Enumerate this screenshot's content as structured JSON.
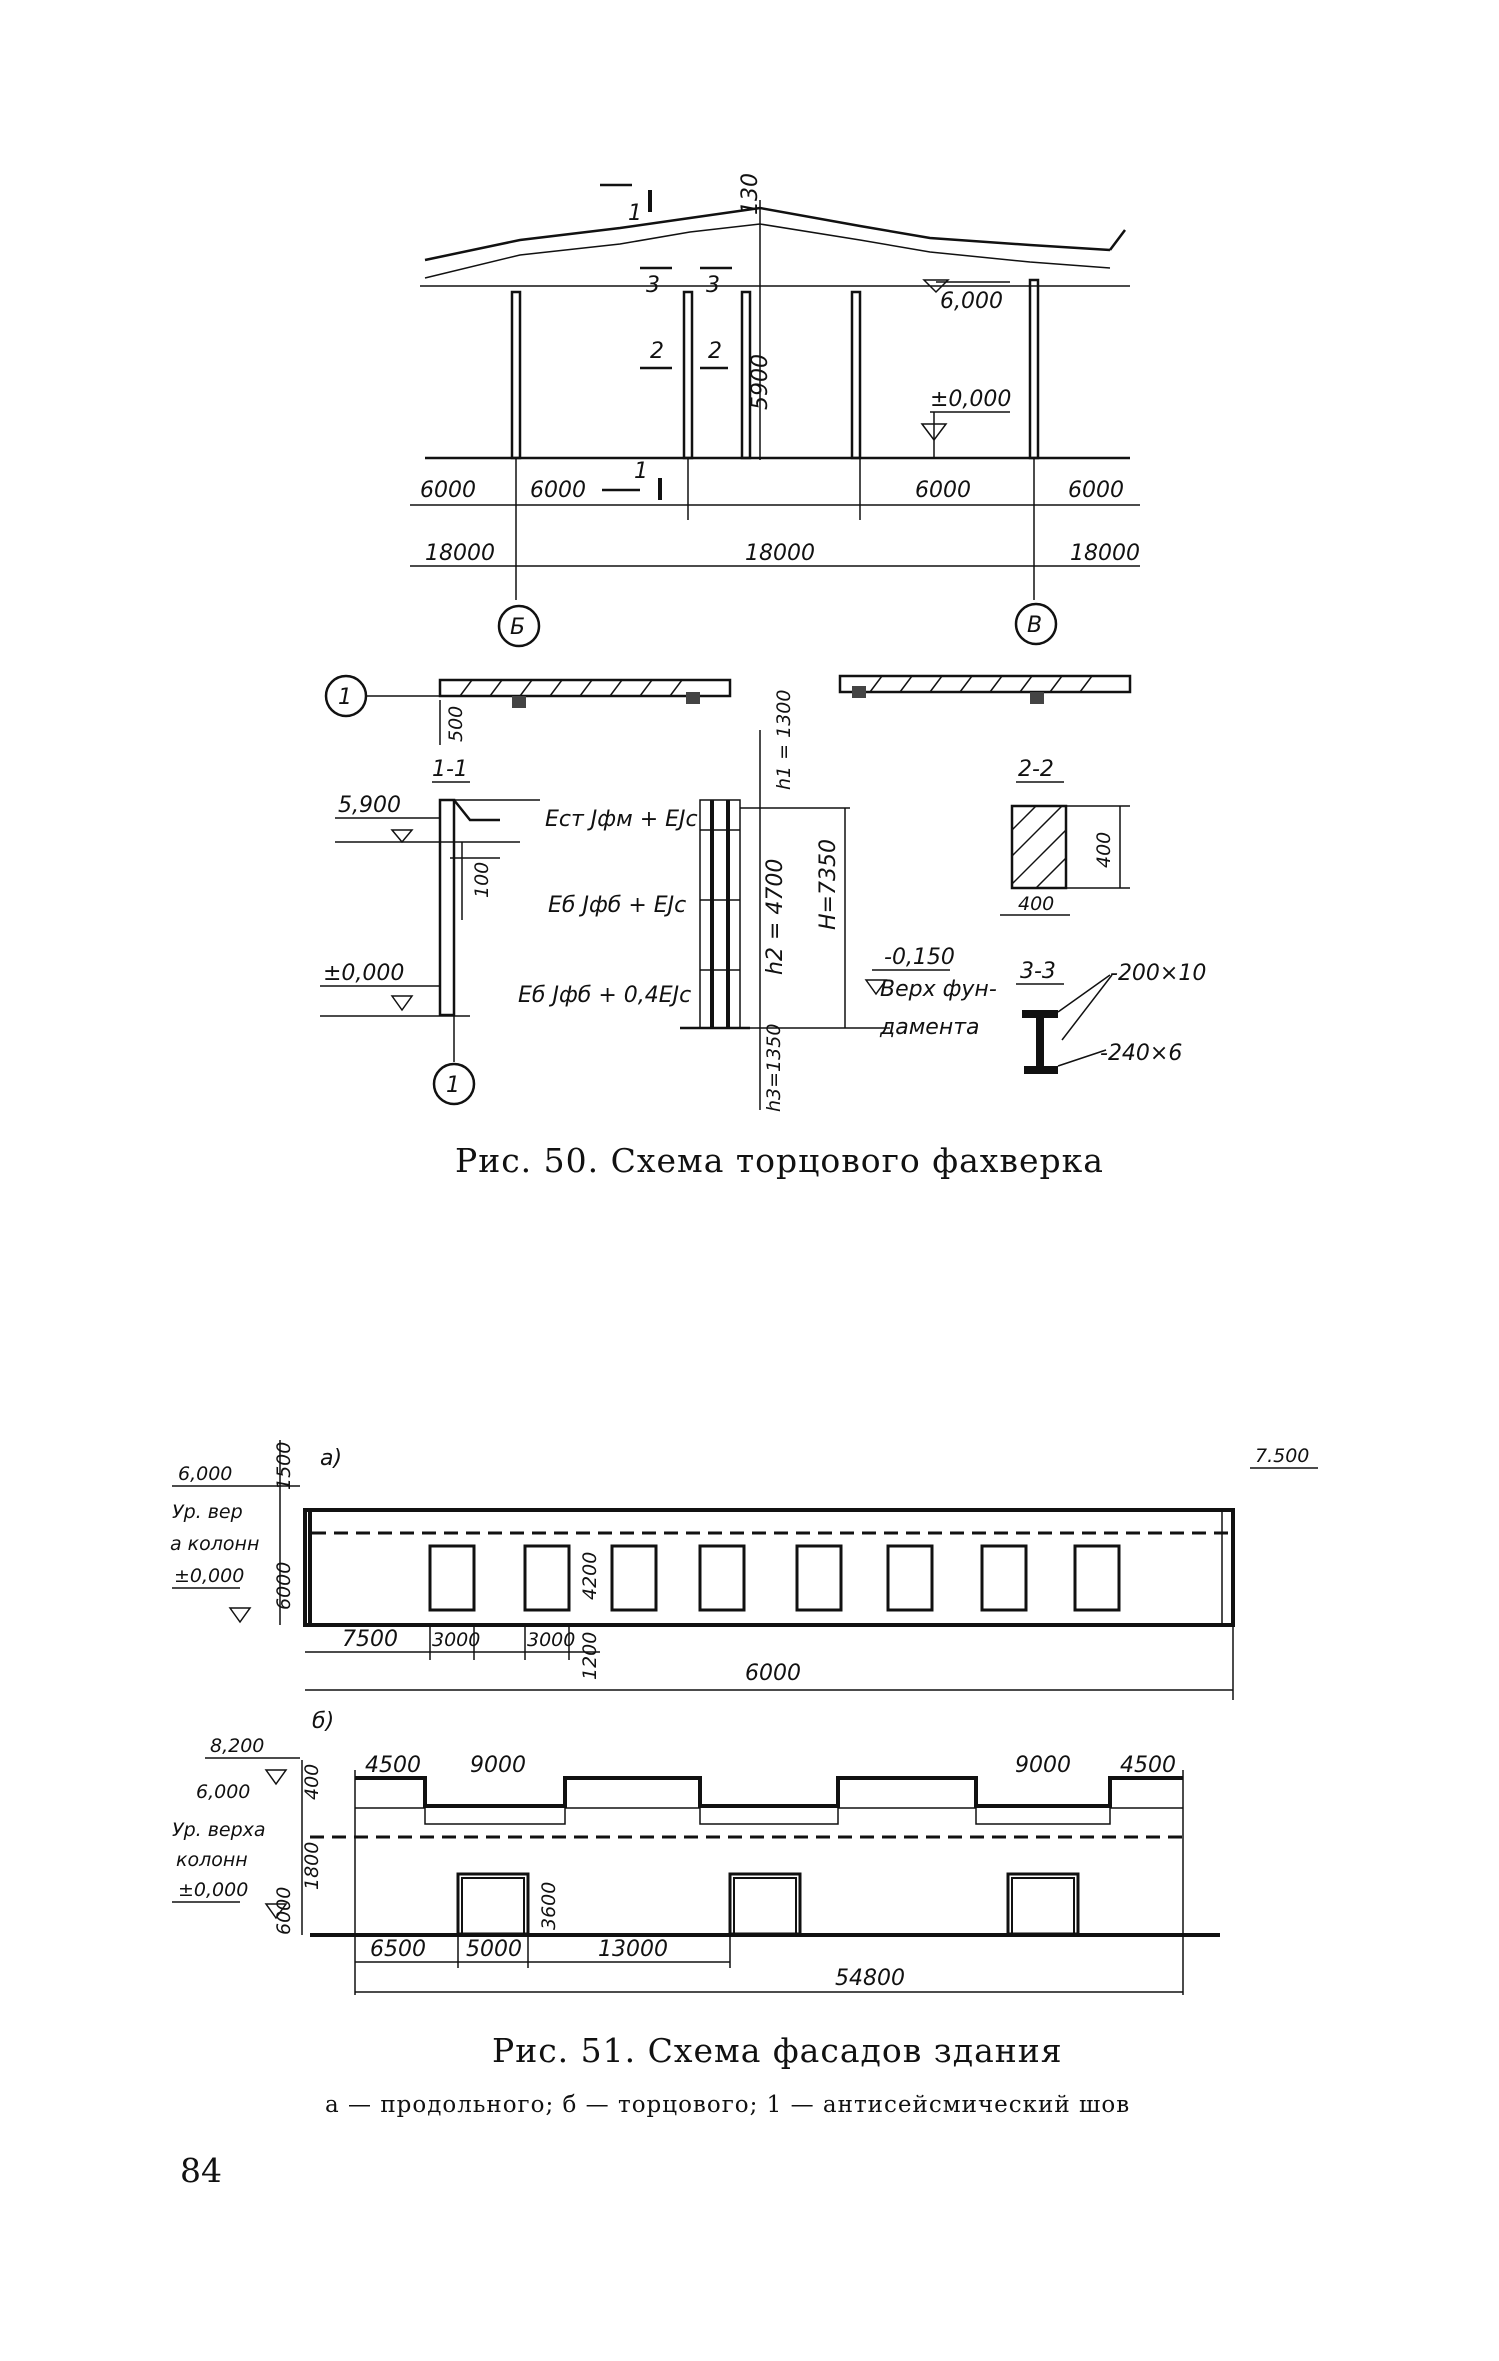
{
  "fig50": {
    "section_marks": {
      "one": "1",
      "two": "2",
      "three": "3"
    },
    "dim_130": "130",
    "dim_5900": "5900",
    "level_top": "6,000",
    "level_zero": "±0,000",
    "spans_6000": [
      "6000",
      "6000",
      "6000",
      "6000"
    ],
    "spans_18000": [
      "18000",
      "18000",
      "18000"
    ],
    "axes": [
      "Б",
      "В"
    ],
    "axis_1": "1",
    "dim_500": "500",
    "sec_1_1": "1-1",
    "sec_2_2": "2-2",
    "sec_3_3": "3-3",
    "level_5900": "5,900",
    "level_000": "±0,000",
    "dim_100": "100",
    "formula_1": "Eст Jфм + EJc",
    "formula_2": "Eб Jфб + EJc",
    "formula_3": "Eб Jфб + 0,4EJc",
    "h1": "h1 = 1300",
    "h2": "h2 = 4700",
    "h3": "h3=1350",
    "H": "H=7350",
    "level_fdn": "-0,150",
    "fdn_text_1": "Верх фун-",
    "fdn_text_2": "дамента",
    "sec22_dim_a": "400",
    "sec22_dim_b": "400",
    "plate_1": "-200×10",
    "plate_2": "-240×6",
    "caption": "Рис. 50. Схема торцового фахверка"
  },
  "fig51": {
    "label_a": "а)",
    "label_b": "б)",
    "a_levels": [
      "6,000",
      "Ур. вер",
      "а колонн",
      "±0,000"
    ],
    "a_dim_1500": "1500",
    "a_dim_6000v": "6000",
    "a_level_right": "7.500",
    "a_dim_4200": "4200",
    "a_dim_1200": "1200",
    "a_spans": [
      "7500",
      "3000",
      "3000"
    ],
    "a_total": "6000",
    "b_levels": [
      "8,200",
      "6,000",
      "Ур. верха",
      "колонн",
      "±0,000"
    ],
    "b_dim_400": "400",
    "b_dim_1800": "1800",
    "b_dim_6000v": "6000",
    "b_dim_3600": "3600",
    "b_top_spans": [
      "4500",
      "9000",
      "9000",
      "4500"
    ],
    "b_bottom_spans": [
      "6500",
      "5000",
      "13000"
    ],
    "b_total": "54800",
    "caption": "Рис. 51. Схема фасадов здания",
    "subcaption": "а — продольного; б — торцового; 1 — антисейсмический шов"
  },
  "page_number": "84"
}
